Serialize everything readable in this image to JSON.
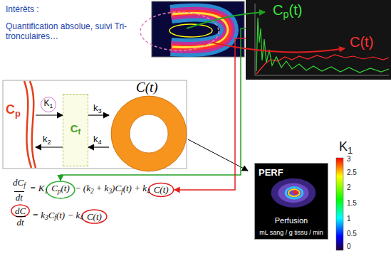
{
  "diagram": {
    "nodes": [
      {
        "text": [
          "C",
          "p"
        ]
      },
      {
        "text": [
          "K",
          "1"
        ]
      },
      {
        "text": [
          "C",
          "f"
        ]
      },
      {
        "text": [
          "C(t)"
        ]
      },
      {
        "text": [
          "C",
          "p",
          "(t)",
          "C(t)"
        ]
      },
      {
        "text": [
          "PERF",
          "Perfusion",
          "mL sang / g tissu / min"
        ]
      }
    ],
    "edges": [
      {
        "from": 0,
        "to": 2,
        "arrow": "to"
      },
      {
        "from": 2,
        "to": 0,
        "arrow": "to"
      },
      {
        "from": 2,
        "to": 3,
        "arrow": "to"
      },
      {
        "from": 3,
        "to": 2,
        "arrow": "to"
      }
    ],
    "labels": [
      "Intérêts :",
      "Quantification absolue, suivi Tri-tronculaires…",
      "k",
      "3",
      "k",
      "2",
      "k",
      "4",
      "dC",
      "f",
      "dt",
      "= K",
      "1",
      "C",
      "p",
      "(t)",
      "− (k",
      "2",
      "+ k",
      "3",
      ")C",
      "f",
      "(t) + k",
      "4",
      "C(t)",
      "dC",
      "dt",
      "= k",
      "3",
      "C",
      "f",
      "(t) − k",
      "4",
      "C(t)",
      "K",
      "1",
      "3",
      "2.5",
      "2",
      "1.5",
      "1",
      "0.5",
      "0"
    ]
  }
}
